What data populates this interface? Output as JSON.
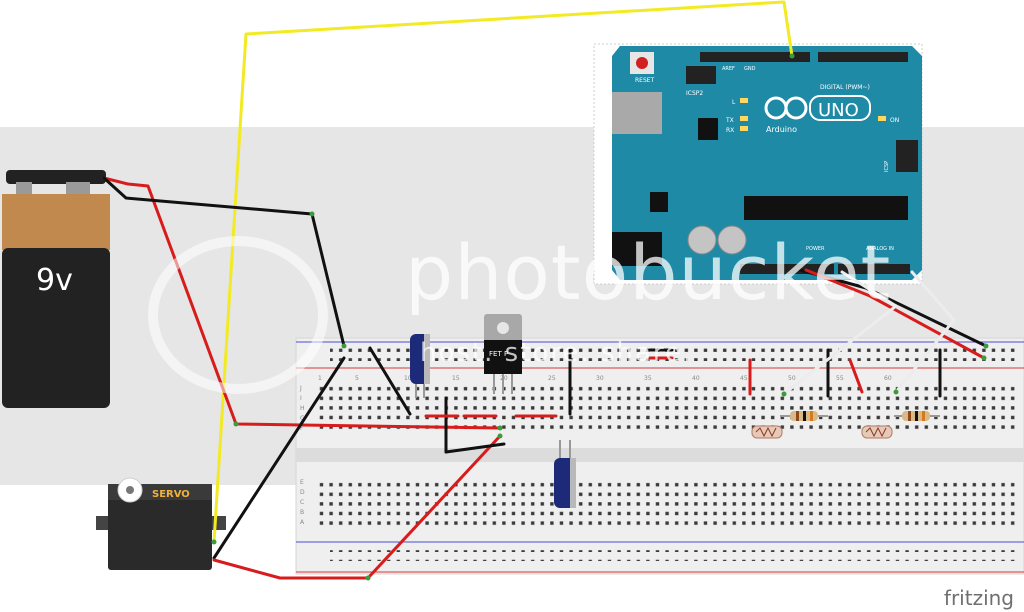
{
  "battery": {
    "label": "9v"
  },
  "servo": {
    "label": "SERVO"
  },
  "mosfet": {
    "label": "FET P"
  },
  "arduino": {
    "reset_label": "RESET",
    "icsp2_label": "ICSP2",
    "brand": "UNO",
    "maker": "Arduino",
    "digital_label": "DIGITAL (PWM~)",
    "on_label": "ON",
    "tx_label": "TX",
    "rx_label": "RX",
    "l_label": "L",
    "aref_label": "AREF",
    "gnd_label": "GND",
    "icsp_label": "ICSP",
    "power_label": "POWER",
    "analog_label": "ANALOG IN"
  },
  "breadboard": {
    "column_numbers": [
      "1",
      "5",
      "10",
      "15",
      "20",
      "25",
      "30",
      "35",
      "40",
      "45",
      "50",
      "55",
      "60"
    ],
    "row_letters_top": [
      "J",
      "I",
      "H",
      "G",
      "F"
    ],
    "row_letters_bottom": [
      "E",
      "D",
      "C",
      "B",
      "A"
    ]
  },
  "watermark": {
    "main": "photobucket",
    "sub": "host. store. share."
  },
  "footer": {
    "brand": "fritzing"
  },
  "colors": {
    "breadboard": "#efefef",
    "arduino_board": "#1f8aa6",
    "wire_red": "#d81c1c",
    "wire_black": "#111111",
    "wire_yellow": "#f2ea22",
    "wire_white": "#ececec",
    "wire_green_end": "#3c9b3c",
    "battery_copper": "#c2894f",
    "battery_black": "#222222"
  }
}
